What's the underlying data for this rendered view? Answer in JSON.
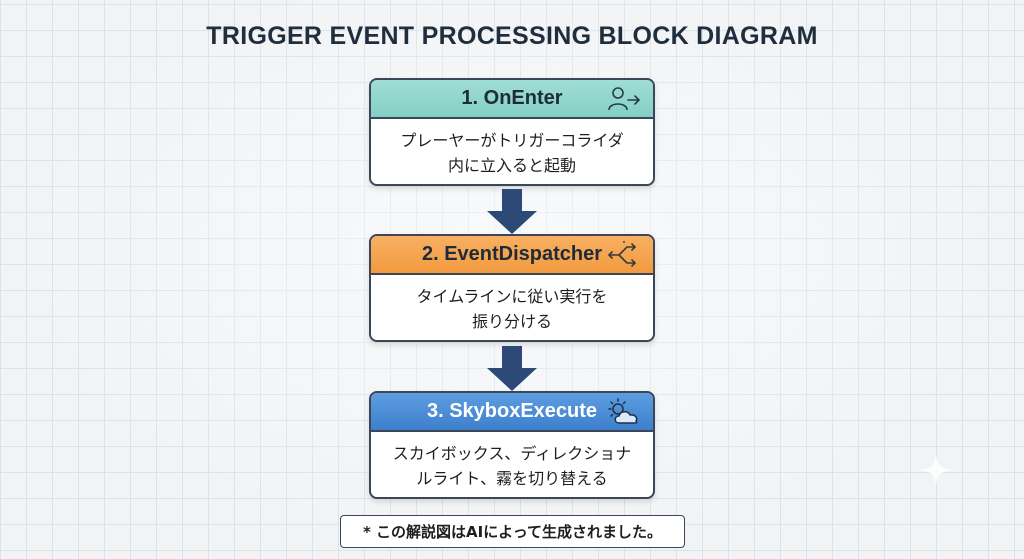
{
  "diagram": {
    "title": "TRIGGER EVENT PROCESSING BLOCK DIAGRAM",
    "blocks": [
      {
        "title": "1. OnEnter",
        "body_lines": [
          "プレーヤーがトリガーコライダ",
          "内に立入ると起動"
        ],
        "icon": "person-arrow-icon",
        "header_color": "#8fd5cb"
      },
      {
        "title": "2. EventDispatcher",
        "body_lines": [
          "タイムラインに従い実行を",
          "振り分ける"
        ],
        "icon": "branch-arrows-icon",
        "header_color": "#f5a24d"
      },
      {
        "title": "3. SkyboxExecute",
        "body_lines": [
          "スカイボックス、ディレクショナ",
          "ルライト、霧を切り替える"
        ],
        "icon": "sun-cloud-icon",
        "header_color": "#4a8ad6"
      }
    ],
    "arrow_color": "#2c4a75"
  },
  "footnote": "* この解説図はAIによって生成されました。"
}
